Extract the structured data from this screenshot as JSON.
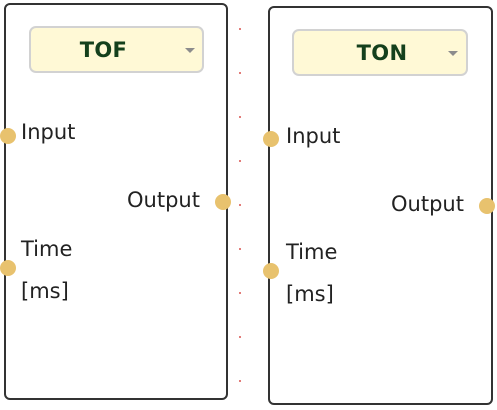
{
  "blocks": [
    {
      "type_label": "TOF",
      "input_label": "Input",
      "time_label": "Time",
      "time_unit": "[ms]",
      "output_label": "Output"
    },
    {
      "type_label": "TON",
      "input_label": "Input",
      "time_label": "Time",
      "time_unit": "[ms]",
      "output_label": "Output"
    }
  ],
  "colors": {
    "block_border": "#333333",
    "select_background": "#fff9d6",
    "select_text": "#14401c",
    "port_fill": "#e8c26e",
    "grid_dot": "#d9534f"
  },
  "icons": {
    "dropdown": "chevron-down-icon",
    "port": "connector-dot-icon"
  }
}
